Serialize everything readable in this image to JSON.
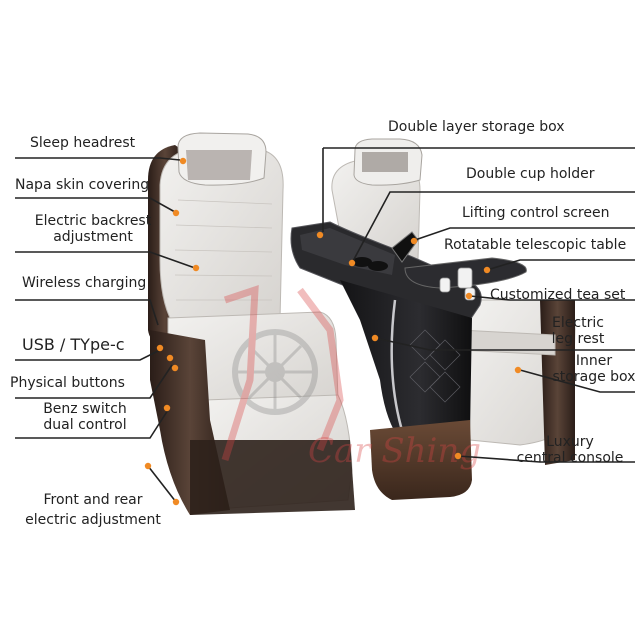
{
  "labels": {
    "sleep_headrest": "Sleep headrest",
    "napa_skin": "Napa skin covering",
    "electric_backrest_1": "Electric backrest",
    "electric_backrest_2": "adjustment",
    "wireless_charging": "Wireless charging",
    "usb_typec": "USB / TYpe-c",
    "physical_buttons": "Physical buttons",
    "benz_switch_1": "Benz switch",
    "benz_switch_2": "dual control",
    "front_rear_1": "Front and rear",
    "front_rear_2": "electric adjustment",
    "double_layer_storage": "Double layer storage box",
    "double_cup_holder": "Double cup holder",
    "lifting_control_screen": "Lifting control screen",
    "rotatable_table": "Rotatable telescopic table",
    "customized_tea_set": "Customized tea set",
    "electric_leg_rest_1": "Electric",
    "electric_leg_rest_2": "leg rest",
    "inner_storage_1": "Inner",
    "inner_storage_2": "storage box",
    "luxury_console_1": "Luxury",
    "luxury_console_2": "central console"
  },
  "watermark": "Car Shing",
  "colors": {
    "text": "#222222",
    "leader": "#222222",
    "hotspot": "#f08a24",
    "seat_leather": "#e4e2df",
    "seat_frame": "#3a2a24",
    "console": "#1e1e20",
    "watermark": "#d94545"
  }
}
